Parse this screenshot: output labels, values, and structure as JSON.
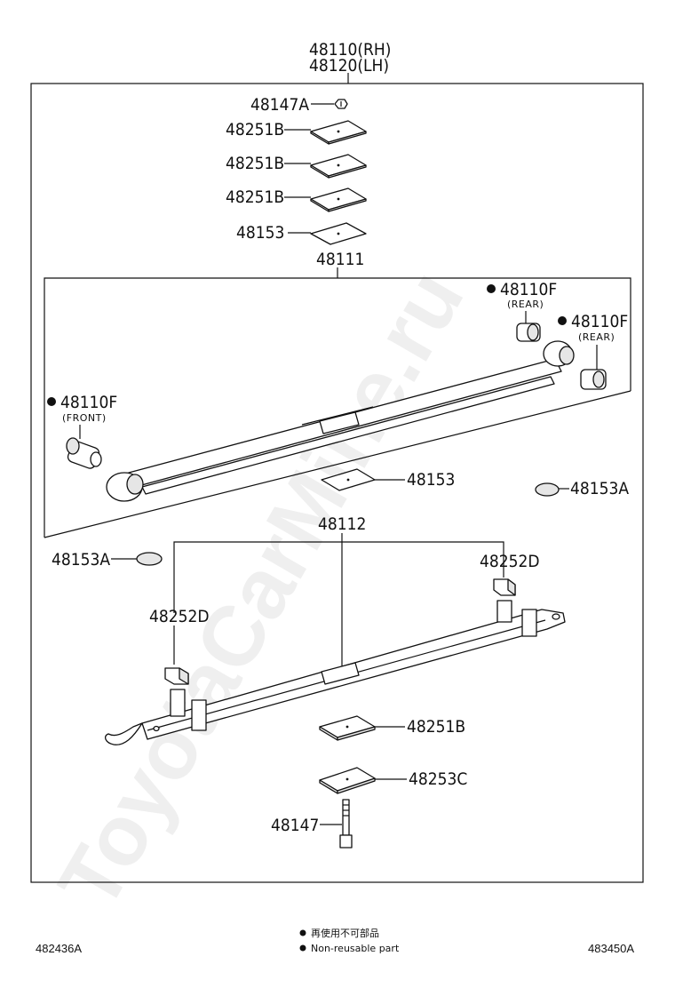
{
  "watermark": "ToyotaCarMine.ru",
  "assembly": {
    "line1": "48110(RH)",
    "line2": "48120(LH)"
  },
  "labels": {
    "bumper_top": "48147A",
    "spacer_1": "48251B",
    "spacer_2": "48251B",
    "spacer_3": "48251B",
    "spacer_top_lower": "48153",
    "leaf_main": "48111",
    "bushing_rear_1": "48110F",
    "bushing_rear_1_sub": "(REAR)",
    "bushing_rear_2": "48110F",
    "bushing_rear_2_sub": "(REAR)",
    "bushing_front": "48110F",
    "bushing_front_sub": "(FRONT)",
    "spacer_mid": "48153",
    "pad_right": "48153A",
    "leaf_second": "48112",
    "pad_left": "48153A",
    "clip_right": "48252D",
    "clip_left": "48252D",
    "spacer_bottom_1": "48251B",
    "spacer_bottom_2": "48253C",
    "bolt": "48147"
  },
  "legend": {
    "line_cn": "再使用不可部品",
    "line_en": "Non-reusable part"
  },
  "footer": {
    "left_code": "482436A",
    "right_code": "483450A"
  }
}
